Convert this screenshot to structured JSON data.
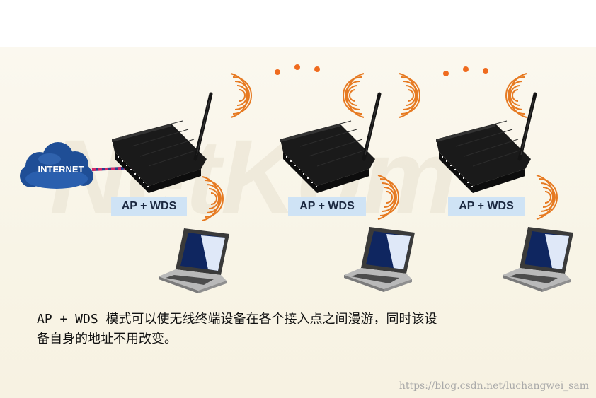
{
  "cloud_label": "INTERNET",
  "nodes": [
    {
      "label": "AP + WDS"
    },
    {
      "label": "AP + WDS"
    },
    {
      "label": "AP + WDS"
    }
  ],
  "caption_line1": "AP + WDS 模式可以使无线终端设备在各个接入点之间漫游，同时该设",
  "caption_line2": "备自身的地址不用改变。",
  "watermark": "https://blog.csdn.net/luchangwei_sam",
  "colors": {
    "signal": "#e67a22",
    "dots": "#ef6b1e",
    "cloud": "#1f4e96",
    "label_bg": "#cfe3f5",
    "router": "#1a1a1a",
    "cable_red": "#d42a6a",
    "cable_blue": "#2b3f8c"
  }
}
